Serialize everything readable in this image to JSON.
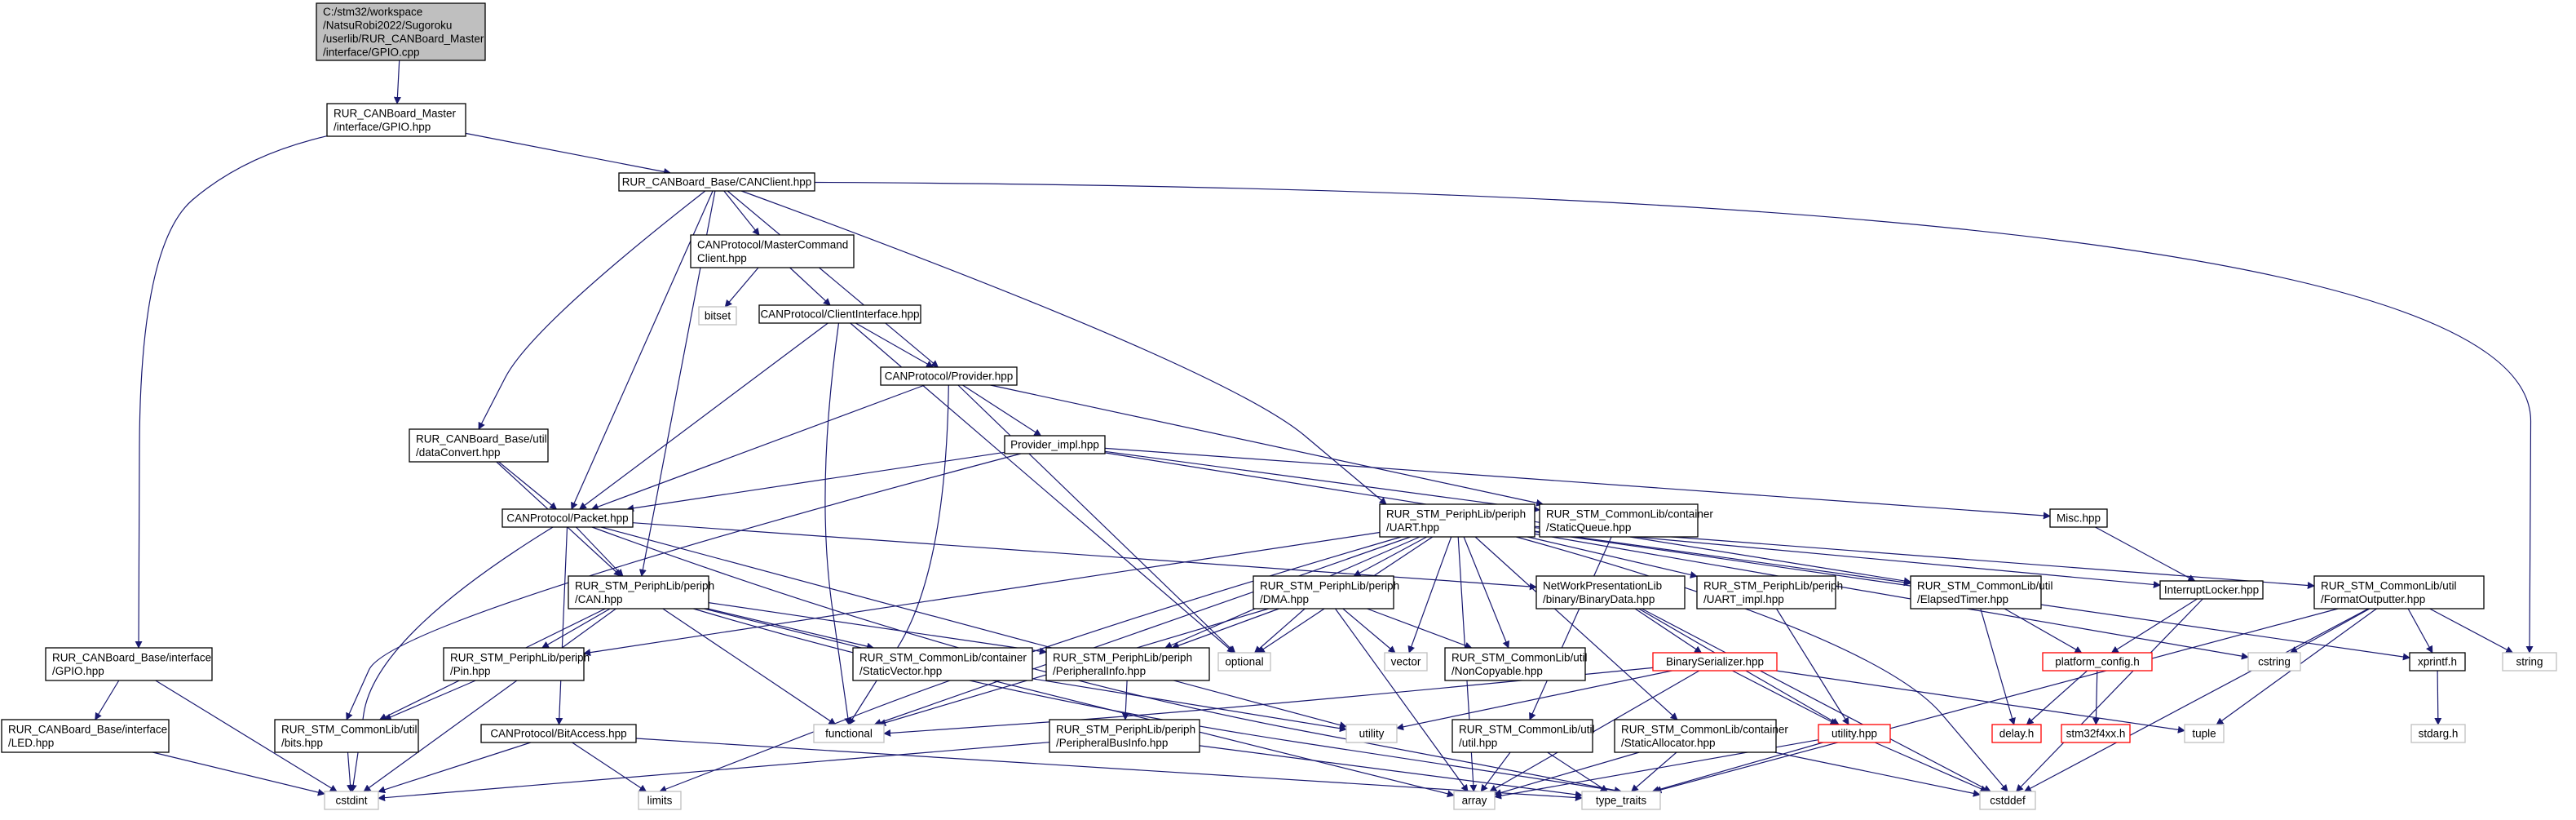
{
  "colors": {
    "edge": "#191970",
    "node_border": "#000000",
    "node_fill": "#ffffff",
    "root_fill": "#bfbfbf",
    "system_border": "#bfbfbf",
    "red_border": "#ff0000"
  },
  "nodes": [
    {
      "id": "n1",
      "kind": "root",
      "lines": [
        "C:/stm32/workspace",
        "/NatsuRobi2022/Sugoroku",
        "/userlib/RUR_CANBoard_Master",
        "/interface/GPIO.cpp"
      ]
    },
    {
      "id": "n2",
      "kind": "file",
      "lines": [
        "RUR_CANBoard_Master",
        "/interface/GPIO.hpp"
      ]
    },
    {
      "id": "n3",
      "kind": "file",
      "lines": [
        "RUR_CANBoard_Base/CANClient.hpp"
      ]
    },
    {
      "id": "n4",
      "kind": "file",
      "lines": [
        "CANProtocol/MasterCommand",
        "Client.hpp"
      ]
    },
    {
      "id": "n5",
      "kind": "system",
      "lines": [
        "bitset"
      ]
    },
    {
      "id": "n6",
      "kind": "file",
      "lines": [
        "CANProtocol/ClientInterface.hpp"
      ]
    },
    {
      "id": "n7",
      "kind": "file",
      "lines": [
        "CANProtocol/Provider.hpp"
      ]
    },
    {
      "id": "n8",
      "kind": "file",
      "lines": [
        "RUR_CANBoard_Base/util",
        "/dataConvert.hpp"
      ]
    },
    {
      "id": "n9",
      "kind": "file",
      "lines": [
        "Provider_impl.hpp"
      ]
    },
    {
      "id": "n10",
      "kind": "file",
      "lines": [
        "CANProtocol/Packet.hpp"
      ]
    },
    {
      "id": "n11",
      "kind": "file",
      "lines": [
        "RUR_STM_PeriphLib/periph",
        "/UART.hpp"
      ]
    },
    {
      "id": "n12",
      "kind": "file",
      "lines": [
        "RUR_STM_CommonLib/container",
        "/StaticQueue.hpp"
      ]
    },
    {
      "id": "n13",
      "kind": "file",
      "lines": [
        "Misc.hpp"
      ]
    },
    {
      "id": "n14",
      "kind": "file",
      "lines": [
        "RUR_STM_PeriphLib/periph",
        "/CAN.hpp"
      ]
    },
    {
      "id": "n15",
      "kind": "file",
      "lines": [
        "RUR_STM_PeriphLib/periph",
        "/DMA.hpp"
      ]
    },
    {
      "id": "n16",
      "kind": "file",
      "lines": [
        "NetWorkPresentationLib",
        "/binary/BinaryData.hpp"
      ]
    },
    {
      "id": "n17",
      "kind": "file",
      "lines": [
        "RUR_STM_PeriphLib/periph",
        "/UART_impl.hpp"
      ]
    },
    {
      "id": "n18",
      "kind": "file",
      "lines": [
        "RUR_STM_CommonLib/util",
        "/ElapsedTimer.hpp"
      ]
    },
    {
      "id": "n19",
      "kind": "file",
      "lines": [
        "InterruptLocker.hpp"
      ]
    },
    {
      "id": "n20",
      "kind": "file",
      "lines": [
        "RUR_STM_CommonLib/util",
        "/FormatOutputter.hpp"
      ]
    },
    {
      "id": "n21",
      "kind": "file",
      "lines": [
        "RUR_CANBoard_Base/interface",
        "/GPIO.hpp"
      ]
    },
    {
      "id": "n22",
      "kind": "file",
      "lines": [
        "RUR_CANBoard_Base/interface",
        "/LED.hpp"
      ]
    },
    {
      "id": "n23",
      "kind": "file",
      "lines": [
        "RUR_STM_PeriphLib/periph",
        "/Pin.hpp"
      ]
    },
    {
      "id": "n24",
      "kind": "file",
      "lines": [
        "RUR_STM_CommonLib/container",
        "/StaticVector.hpp"
      ]
    },
    {
      "id": "n25",
      "kind": "file",
      "lines": [
        "RUR_STM_PeriphLib/periph",
        "/PeripheralInfo.hpp"
      ]
    },
    {
      "id": "n26",
      "kind": "system",
      "lines": [
        "optional"
      ]
    },
    {
      "id": "n27",
      "kind": "system",
      "lines": [
        "vector"
      ]
    },
    {
      "id": "n28",
      "kind": "file",
      "lines": [
        "RUR_STM_CommonLib/util",
        "/NonCopyable.hpp"
      ]
    },
    {
      "id": "n29",
      "kind": "red",
      "lines": [
        "BinarySerializer.hpp"
      ]
    },
    {
      "id": "n30",
      "kind": "red",
      "lines": [
        "platform_config.h"
      ]
    },
    {
      "id": "n31",
      "kind": "system",
      "lines": [
        "cstring"
      ]
    },
    {
      "id": "n32",
      "kind": "file",
      "lines": [
        "xprintf.h"
      ]
    },
    {
      "id": "n33",
      "kind": "system",
      "lines": [
        "string"
      ]
    },
    {
      "id": "n34",
      "kind": "file",
      "lines": [
        "RUR_STM_CommonLib/util",
        "/bits.hpp"
      ]
    },
    {
      "id": "n35",
      "kind": "file",
      "lines": [
        "CANProtocol/BitAccess.hpp"
      ]
    },
    {
      "id": "n36",
      "kind": "system",
      "lines": [
        "functional"
      ]
    },
    {
      "id": "n37",
      "kind": "file",
      "lines": [
        "RUR_STM_PeriphLib/periph",
        "/PeripheralBusInfo.hpp"
      ]
    },
    {
      "id": "n38",
      "kind": "system",
      "lines": [
        "utility"
      ]
    },
    {
      "id": "n39",
      "kind": "file",
      "lines": [
        "RUR_STM_CommonLib/util",
        "/util.hpp"
      ]
    },
    {
      "id": "n40",
      "kind": "file",
      "lines": [
        "RUR_STM_CommonLib/container",
        "/StaticAllocator.hpp"
      ]
    },
    {
      "id": "n41",
      "kind": "red",
      "lines": [
        "utility.hpp"
      ]
    },
    {
      "id": "n42",
      "kind": "system",
      "lines": [
        "tuple"
      ]
    },
    {
      "id": "n43",
      "kind": "red",
      "lines": [
        "delay.h"
      ]
    },
    {
      "id": "n44",
      "kind": "red",
      "lines": [
        "stm32f4xx.h"
      ]
    },
    {
      "id": "n45",
      "kind": "system",
      "lines": [
        "stdarg.h"
      ]
    },
    {
      "id": "n46",
      "kind": "system",
      "lines": [
        "cstdint"
      ]
    },
    {
      "id": "n47",
      "kind": "system",
      "lines": [
        "limits"
      ]
    },
    {
      "id": "n48",
      "kind": "system",
      "lines": [
        "array"
      ]
    },
    {
      "id": "n49",
      "kind": "system",
      "lines": [
        "type_traits"
      ]
    },
    {
      "id": "n50",
      "kind": "system",
      "lines": [
        "cstddef"
      ]
    }
  ],
  "edges": [
    [
      "n1",
      "n2"
    ],
    [
      "n2",
      "n3"
    ],
    [
      "n2",
      "n21"
    ],
    [
      "n3",
      "n4"
    ],
    [
      "n3",
      "n7"
    ],
    [
      "n3",
      "n8"
    ],
    [
      "n3",
      "n10"
    ],
    [
      "n3",
      "n11"
    ],
    [
      "n3",
      "n14"
    ],
    [
      "n3",
      "n33"
    ],
    [
      "n4",
      "n5"
    ],
    [
      "n4",
      "n6"
    ],
    [
      "n6",
      "n7"
    ],
    [
      "n6",
      "n10"
    ],
    [
      "n6",
      "n36"
    ],
    [
      "n6",
      "n26"
    ],
    [
      "n7",
      "n9"
    ],
    [
      "n7",
      "n10"
    ],
    [
      "n7",
      "n12"
    ],
    [
      "n7",
      "n26"
    ],
    [
      "n7",
      "n36"
    ],
    [
      "n8",
      "n10"
    ],
    [
      "n8",
      "n14"
    ],
    [
      "n9",
      "n10"
    ],
    [
      "n9",
      "n12"
    ],
    [
      "n9",
      "n13"
    ],
    [
      "n9",
      "n18"
    ],
    [
      "n9",
      "n34"
    ],
    [
      "n10",
      "n14"
    ],
    [
      "n10",
      "n35"
    ],
    [
      "n10",
      "n46"
    ],
    [
      "n10",
      "n16"
    ],
    [
      "n10",
      "n38"
    ],
    [
      "n10",
      "n49"
    ],
    [
      "n11",
      "n15"
    ],
    [
      "n11",
      "n17"
    ],
    [
      "n11",
      "n18"
    ],
    [
      "n11",
      "n19"
    ],
    [
      "n11",
      "n20"
    ],
    [
      "n11",
      "n23"
    ],
    [
      "n11",
      "n25"
    ],
    [
      "n11",
      "n26"
    ],
    [
      "n11",
      "n27"
    ],
    [
      "n11",
      "n28"
    ],
    [
      "n11",
      "n48"
    ],
    [
      "n11",
      "n31"
    ],
    [
      "n11",
      "n32"
    ],
    [
      "n11",
      "n47"
    ],
    [
      "n11",
      "n50"
    ],
    [
      "n11",
      "n40"
    ],
    [
      "n11",
      "n36"
    ],
    [
      "n12",
      "n39"
    ],
    [
      "n13",
      "n19"
    ],
    [
      "n14",
      "n23"
    ],
    [
      "n14",
      "n24"
    ],
    [
      "n14",
      "n25"
    ],
    [
      "n14",
      "n34"
    ],
    [
      "n14",
      "n36"
    ],
    [
      "n14",
      "n46"
    ],
    [
      "n14",
      "n48"
    ],
    [
      "n14",
      "n49"
    ],
    [
      "n15",
      "n25"
    ],
    [
      "n15",
      "n26"
    ],
    [
      "n15",
      "n27"
    ],
    [
      "n15",
      "n28"
    ],
    [
      "n15",
      "n36"
    ],
    [
      "n15",
      "n48"
    ],
    [
      "n16",
      "n29"
    ],
    [
      "n16",
      "n41"
    ],
    [
      "n16",
      "n50"
    ],
    [
      "n17",
      "n41"
    ],
    [
      "n18",
      "n43"
    ],
    [
      "n18",
      "n30"
    ],
    [
      "n19",
      "n30"
    ],
    [
      "n19",
      "n50"
    ],
    [
      "n20",
      "n31"
    ],
    [
      "n20",
      "n32"
    ],
    [
      "n20",
      "n33"
    ],
    [
      "n20",
      "n42"
    ],
    [
      "n20",
      "n49"
    ],
    [
      "n20",
      "n50"
    ],
    [
      "n21",
      "n22"
    ],
    [
      "n21",
      "n46"
    ],
    [
      "n22",
      "n46"
    ],
    [
      "n23",
      "n34"
    ],
    [
      "n24",
      "n38"
    ],
    [
      "n25",
      "n37"
    ],
    [
      "n29",
      "n38"
    ],
    [
      "n29",
      "n41"
    ],
    [
      "n29",
      "n42"
    ],
    [
      "n29",
      "n48"
    ],
    [
      "n29",
      "n36"
    ],
    [
      "n30",
      "n43"
    ],
    [
      "n30",
      "n44"
    ],
    [
      "n32",
      "n45"
    ],
    [
      "n34",
      "n46"
    ],
    [
      "n35",
      "n46"
    ],
    [
      "n35",
      "n47"
    ],
    [
      "n35",
      "n49"
    ],
    [
      "n37",
      "n46"
    ],
    [
      "n37",
      "n49"
    ],
    [
      "n39",
      "n48"
    ],
    [
      "n39",
      "n49"
    ],
    [
      "n40",
      "n48"
    ],
    [
      "n40",
      "n50"
    ],
    [
      "n40",
      "n49"
    ],
    [
      "n41",
      "n48"
    ],
    [
      "n41",
      "n49"
    ],
    [
      "n41",
      "n50"
    ]
  ]
}
